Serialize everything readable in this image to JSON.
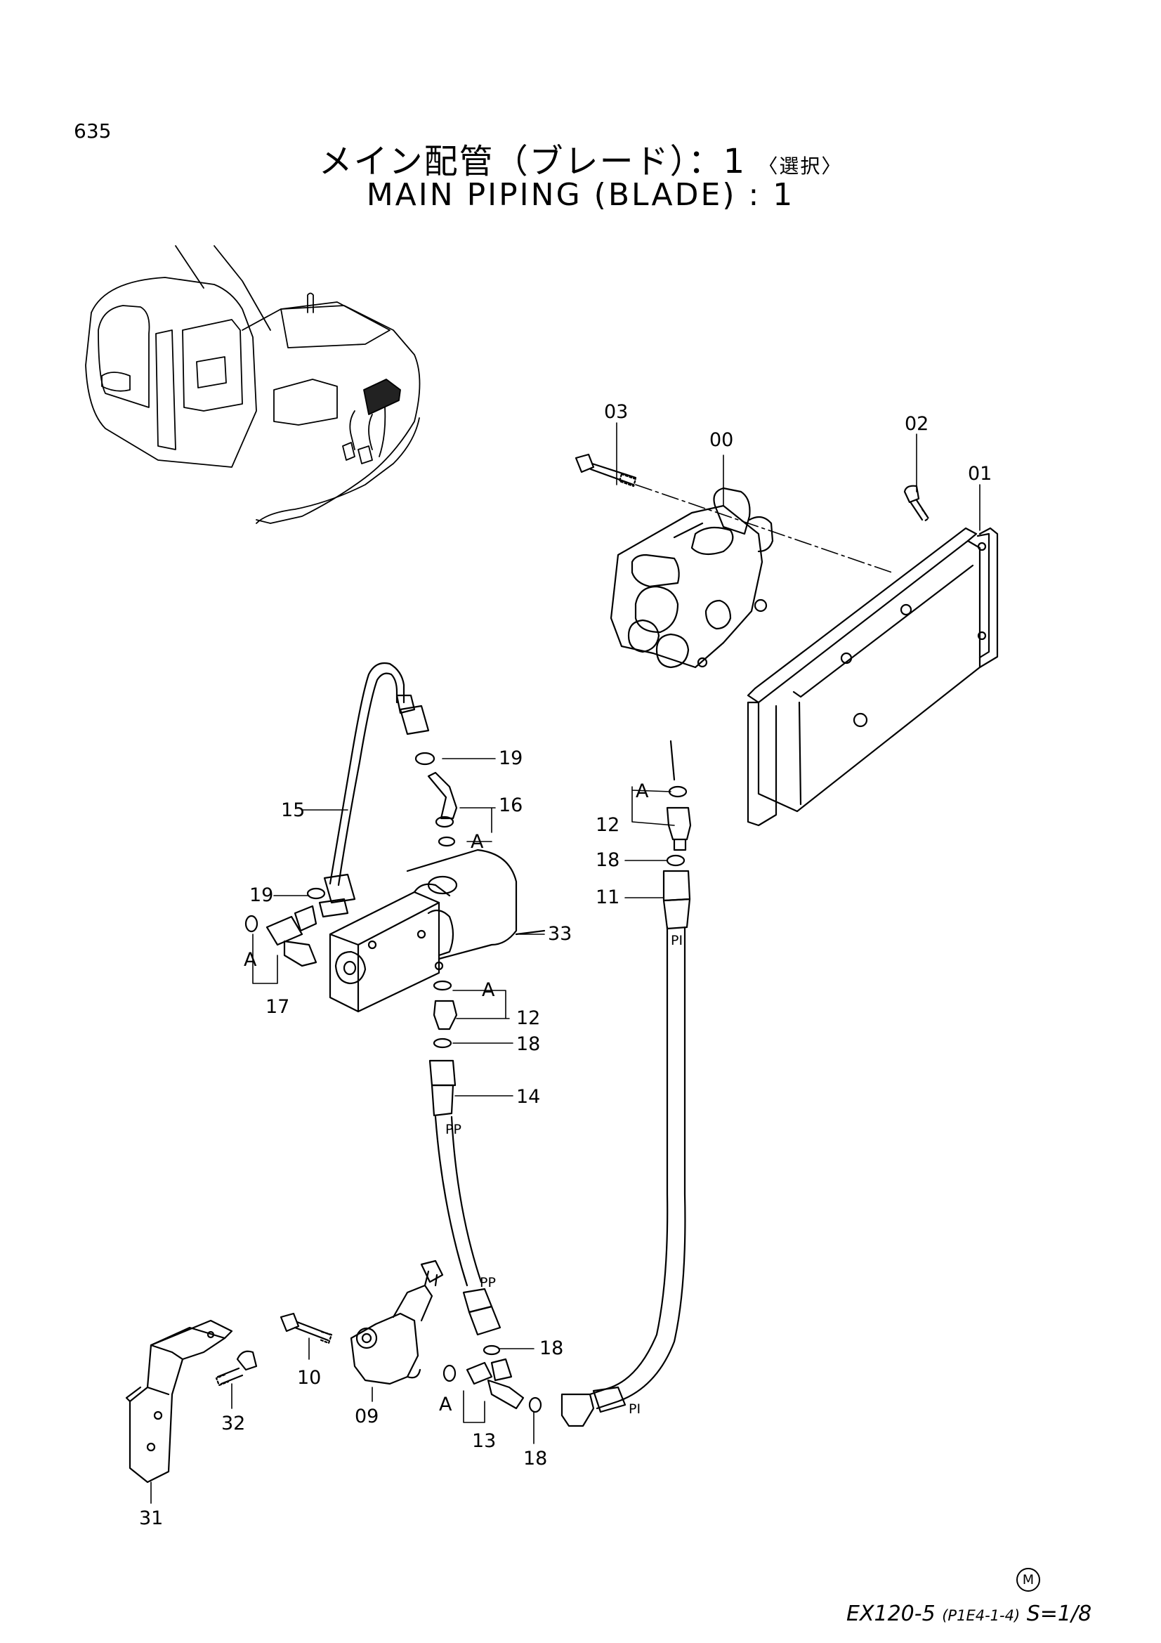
{
  "page_number": "635",
  "title_jp": "メイン配管（ブレード）：1",
  "title_jp_selection": "〈選択〉",
  "title_en": "MAIN PIPING (BLADE) : 1",
  "callouts": {
    "p00": "00",
    "p01": "01",
    "p02": "02",
    "p03": "03",
    "p09": "09",
    "p10": "10",
    "p11": "11",
    "p12a": "12",
    "p12b": "12",
    "p13": "13",
    "p14": "14",
    "p15": "15",
    "p16": "16",
    "p17": "17",
    "p18a": "18",
    "p18b": "18",
    "p18c": "18",
    "p18d": "18",
    "p19a": "19",
    "p19b": "19",
    "p31": "31",
    "p32": "32",
    "p33": "33",
    "a1": "A",
    "a2": "A",
    "a3": "A",
    "a4": "A",
    "a5": "A",
    "pi1": "PI",
    "pi2": "PI",
    "pp1": "PP",
    "pp2": "PP"
  },
  "footer": {
    "model": "EX120-5",
    "code": "(P1E4-1-4)",
    "scale": "S=1/8",
    "mark": "M"
  }
}
